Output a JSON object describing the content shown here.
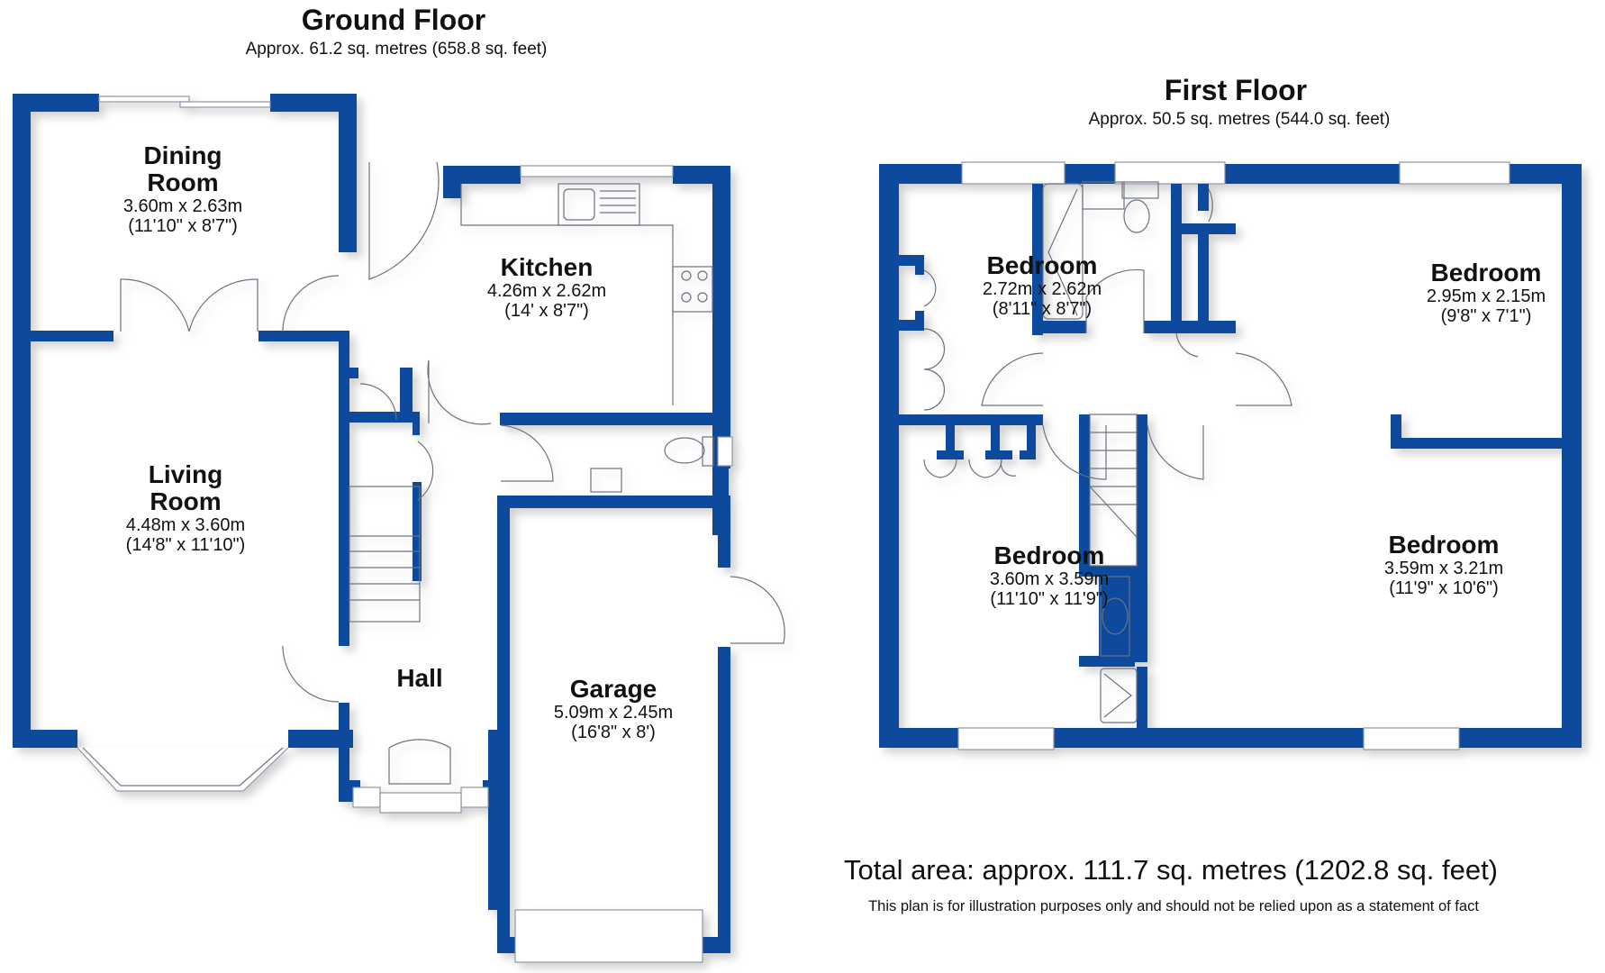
{
  "ground_floor": {
    "title": "Ground Floor",
    "area": "Approx. 61.2 sq. metres (658.8 sq. feet)",
    "rooms": [
      {
        "name_line1": "Dining",
        "name_line2": "Room",
        "metric": "3.60m x 2.63m",
        "imperial": "(11'10\" x 8'7\")"
      },
      {
        "name_line1": "Kitchen",
        "metric": "4.26m x 2.62m",
        "imperial": "(14' x 8'7\")"
      },
      {
        "name_line1": "Living",
        "name_line2": "Room",
        "metric": "4.48m x 3.60m",
        "imperial": "(14'8\" x 11'10\")"
      },
      {
        "name_line1": "Hall"
      },
      {
        "name_line1": "Garage",
        "metric": "5.09m x 2.45m",
        "imperial": "(16'8\" x 8')"
      }
    ]
  },
  "first_floor": {
    "title": "First Floor",
    "area": "Approx. 50.5 sq. metres (544.0 sq. feet)",
    "rooms": [
      {
        "name_line1": "Bedroom",
        "metric": "2.72m x 2.62m",
        "imperial": "(8'11\" x 8'7\")"
      },
      {
        "name_line1": "Bedroom",
        "metric": "2.95m x 2.15m",
        "imperial": "(9'8\" x 7'1\")"
      },
      {
        "name_line1": "Bedroom",
        "metric": "3.60m x 3.59m",
        "imperial": "(11'10\" x 11'9\")"
      },
      {
        "name_line1": "Bedroom",
        "metric": "3.59m x 3.21m",
        "imperial": "(11'9\" x 10'6\")"
      }
    ]
  },
  "footer": {
    "total_area": "Total area: approx. 111.7 sq. metres (1202.8 sq. feet)",
    "disclaimer": "This plan is for illustration purposes only and should not be relied upon as a statement of fact"
  },
  "colors": {
    "wall": "#0a4a9c",
    "fixture_line": "#6a7380",
    "background": "#ffffff"
  }
}
